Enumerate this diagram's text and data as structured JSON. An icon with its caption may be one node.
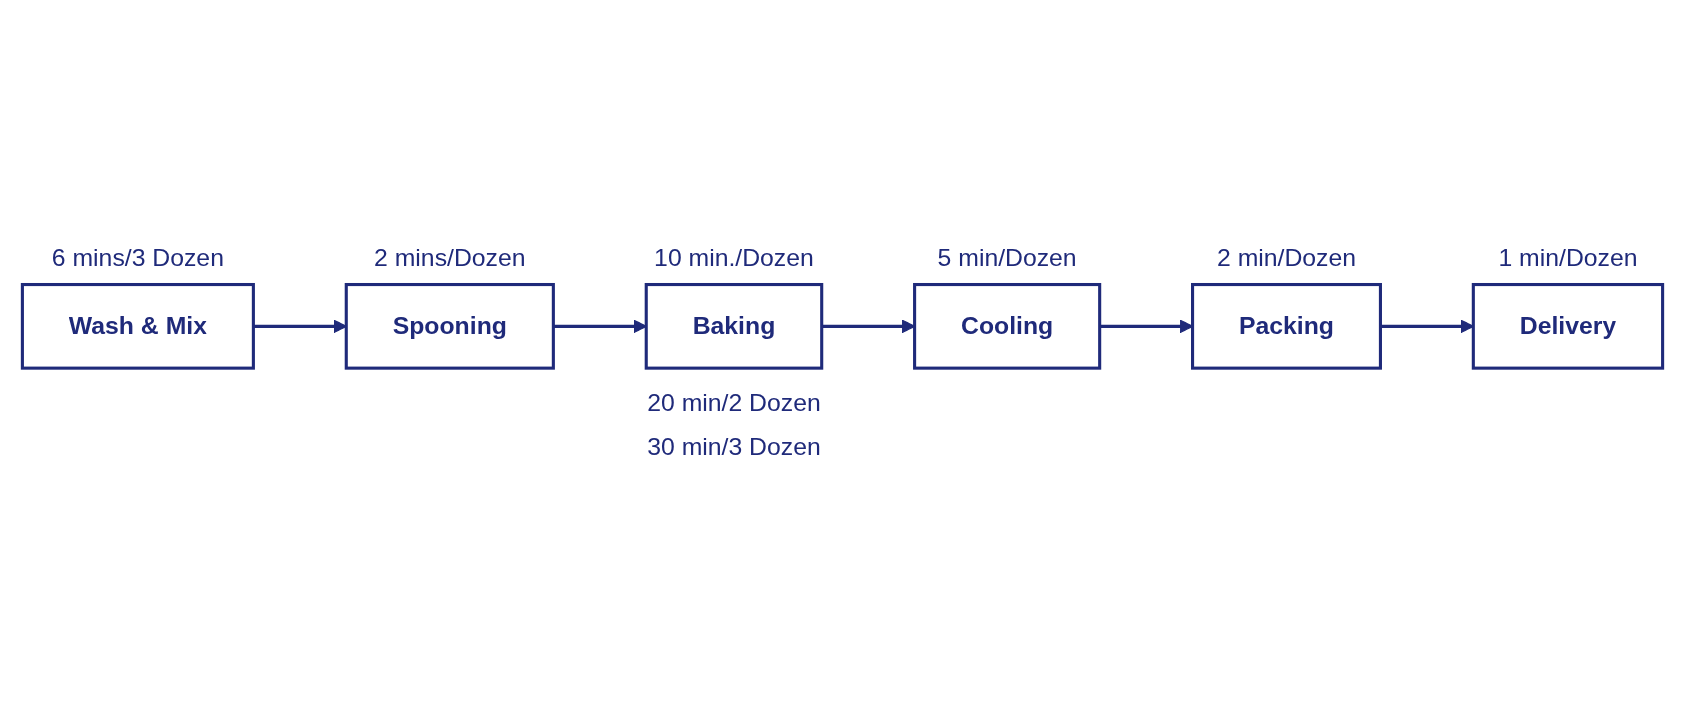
{
  "diagram": {
    "nodes": [
      {
        "text": [
          "Wash & Mix"
        ],
        "beside": [
          "6 mins/3 Dozen"
        ]
      },
      {
        "text": [
          "Spooning"
        ],
        "beside": [
          "2 mins/Dozen"
        ]
      },
      {
        "text": [
          "Baking"
        ],
        "beside": [
          "10 min./Dozen",
          "20 min/2 Dozen",
          "30 min/3 Dozen"
        ]
      },
      {
        "text": [
          "Cooling"
        ],
        "beside": [
          "5 min/Dozen"
        ]
      },
      {
        "text": [
          "Packing"
        ],
        "beside": [
          "2 min/Dozen"
        ]
      },
      {
        "text": [
          "Delivery"
        ],
        "beside": [
          "1 min/Dozen"
        ]
      }
    ],
    "edges": [
      {
        "from": 0,
        "to": 1,
        "arrow": "to"
      },
      {
        "from": 1,
        "to": 2,
        "arrow": "to"
      },
      {
        "from": 2,
        "to": 3,
        "arrow": "to"
      },
      {
        "from": 3,
        "to": 4,
        "arrow": "to"
      },
      {
        "from": 4,
        "to": 5,
        "arrow": "to"
      }
    ]
  }
}
